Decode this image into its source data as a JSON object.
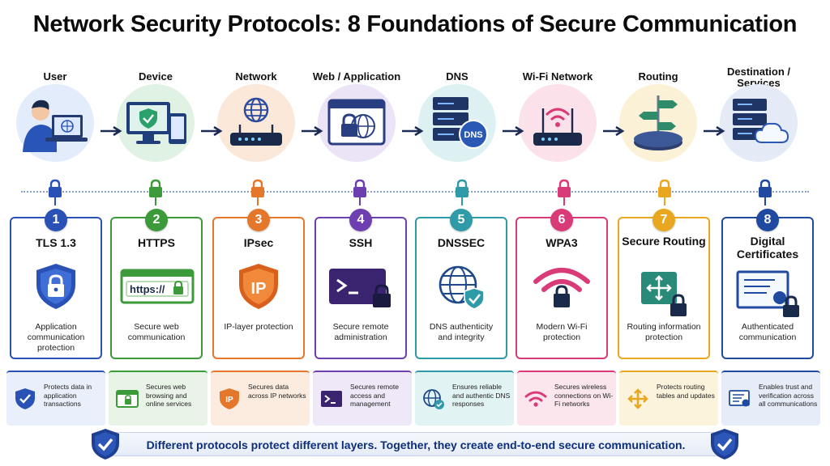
{
  "title": "Network Security Protocols: 8 Foundations of Secure Communication",
  "stages": [
    {
      "label": "User",
      "icon": "user-laptop-icon",
      "bg": "#e3ecfa"
    },
    {
      "label": "Device",
      "icon": "device-shield-icon",
      "bg": "#e0f2e3"
    },
    {
      "label": "Network",
      "icon": "router-globe-icon",
      "bg": "#fbe8d8"
    },
    {
      "label": "Web / Application",
      "icon": "browser-lock-icon",
      "bg": "#ebe3f6"
    },
    {
      "label": "DNS",
      "icon": "dns-server-icon",
      "bg": "#ddf1f3"
    },
    {
      "label": "Wi-Fi Network",
      "icon": "wifi-router-icon",
      "bg": "#fbe2ea"
    },
    {
      "label": "Routing",
      "icon": "routing-signpost-icon",
      "bg": "#fbf1d6"
    },
    {
      "label": "Destination /\nServices",
      "icon": "server-cloud-icon",
      "bg": "#e4ebf6"
    }
  ],
  "protocols": [
    {
      "number": "1",
      "name": "TLS 1.3",
      "description": "Application communication protection",
      "color": "#2a52b6",
      "icon": "shield-lock-icon",
      "detail": "Protects data in application transactions",
      "detail_icon": "shield-check-icon"
    },
    {
      "number": "2",
      "name": "HTTPS",
      "description": "Secure web communication",
      "color": "#3c9a3a",
      "icon": "https-browser-icon",
      "icon_text": "https://",
      "detail": "Secures web browsing and online services",
      "detail_icon": "browser-lock-icon"
    },
    {
      "number": "3",
      "name": "IPsec",
      "description": "IP-layer protection",
      "color": "#e5772a",
      "icon": "ip-shield-icon",
      "icon_text": "IP",
      "detail": "Secures data across IP networks",
      "detail_icon": "ip-shield-icon"
    },
    {
      "number": "4",
      "name": "SSH",
      "description": "Secure remote administration",
      "color": "#6e3fb0",
      "icon": "terminal-lock-icon",
      "detail": "Secures remote access and management",
      "detail_icon": "terminal-icon"
    },
    {
      "number": "5",
      "name": "DNSSEC",
      "description": "DNS authenticity and integrity",
      "color": "#2f9aa8",
      "icon": "globe-check-icon",
      "detail": "Ensures reliable and authentic DNS responses",
      "detail_icon": "globe-check-icon"
    },
    {
      "number": "6",
      "name": "WPA3",
      "description": "Modern Wi-Fi protection",
      "color": "#d93a78",
      "icon": "wifi-lock-icon",
      "detail": "Secures wireless connections on Wi-Fi networks",
      "detail_icon": "wifi-icon"
    },
    {
      "number": "7",
      "name": "Secure Routing",
      "description": "Routing information protection",
      "color": "#e9a61f",
      "icon": "router-lock-icon",
      "detail": "Protects routing tables and updates",
      "detail_icon": "routing-arrows-icon"
    },
    {
      "number": "8",
      "name": "Digital Certificates",
      "description": "Authenticated communication",
      "color": "#1f4aa0",
      "icon": "certificate-lock-icon",
      "detail": "Enables trust and verification across all communications",
      "detail_icon": "certificate-icon"
    }
  ],
  "footer": {
    "text": "Different protocols protect different layers. Together, they create end-to-end secure communication."
  }
}
